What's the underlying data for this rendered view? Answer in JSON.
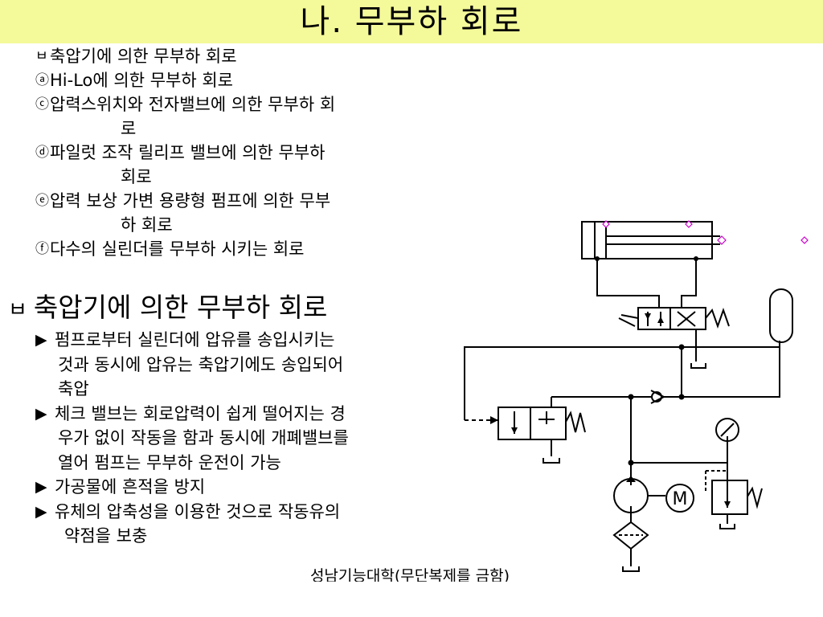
{
  "title": "나. 무부하 회로",
  "toc": [
    {
      "marker": "ㅂ",
      "lines": [
        "축압기에 의한 무부하 회로"
      ]
    },
    {
      "marker": "ⓐ",
      "lines": [
        "Hi-Lo에 의한 무부하 회로"
      ]
    },
    {
      "marker": "ⓒ",
      "lines": [
        "압력스위치와 전자밸브에 의한 무부하 회",
        "로"
      ]
    },
    {
      "marker": "ⓓ",
      "lines": [
        "파일럿 조작 릴리프 밸브에 의한 무부하",
        "회로"
      ]
    },
    {
      "marker": "ⓔ",
      "lines": [
        "압력 보상 가변 용량형 펌프에 의한 무부",
        "하 회로"
      ]
    },
    {
      "marker": "ⓕ",
      "lines": [
        "다수의 실린더를 무부하 시키는 회로"
      ]
    }
  ],
  "section": {
    "marker": "ㅂ",
    "heading": "축압기에 의한 무부하 회로"
  },
  "bullets": [
    {
      "arrow": "▶",
      "lines": [
        "펌프로부터 실린더에 압유를 송입시키는",
        "것과 동시에 압유는 축압기에도 송입되어",
        "축압"
      ]
    },
    {
      "arrow": "▶",
      "lines": [
        "체크 밸브는 회로압력이 쉽게 떨어지는 경",
        "우가 없이 작동을 함과 동시에 개폐밸브를",
        "열어 펌프는 무부하 운전이 가능"
      ]
    },
    {
      "arrow": "▶",
      "lines": [
        "가공물에 흔적을 방지"
      ]
    },
    {
      "arrow": "▶",
      "lines": [
        "유체의 압축성을 이용한 것으로 작동유의",
        "약점을 보충"
      ]
    }
  ],
  "footer": "성남기능대학(무단복제를 금함)",
  "diagram": {
    "motor_label": "M",
    "colors": {
      "title_bg": "#f4f99a",
      "line": "#000000",
      "marker": "#cc00cc"
    },
    "components": [
      "cylinder",
      "directional-valve",
      "accumulator",
      "unloading-valve",
      "check-valve",
      "pressure-gauge",
      "relief-valve",
      "pump",
      "electric-motor",
      "filter"
    ]
  }
}
